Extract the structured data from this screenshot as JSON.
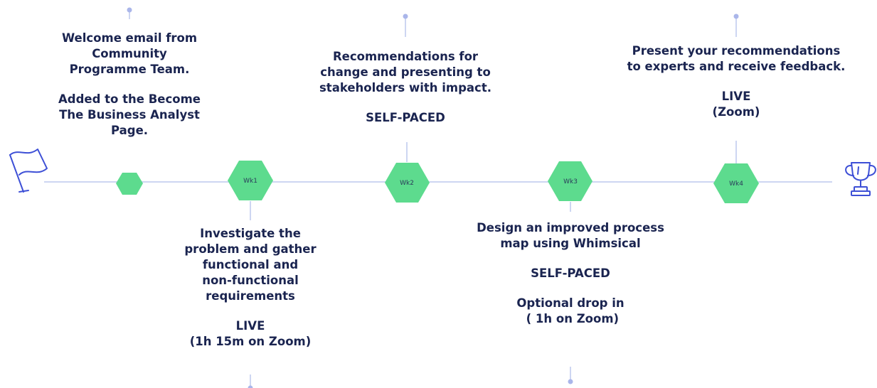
{
  "colors": {
    "line": "#cdd6f2",
    "dot": "#aab6ea",
    "hexagon": "#5ddb8e",
    "icon": "#3d4fd6",
    "text": "#1a2450"
  },
  "icons": {
    "start": "flag-icon",
    "end": "trophy-icon"
  },
  "milestones": [
    {
      "label": "",
      "lines": [
        "Welcome email from",
        "Community",
        "Programme Team.",
        "",
        "Added to the Become",
        "The Business Analyst",
        "Page."
      ]
    },
    {
      "label": "Wk1",
      "lines": [
        "Investigate the",
        "problem and gather",
        "functional and",
        "non-functional",
        "requirements",
        "",
        "LIVE",
        "(1h 15m on Zoom)"
      ]
    },
    {
      "label": "Wk2",
      "lines": [
        "Recommendations for",
        "change and presenting to",
        "stakeholders with impact.",
        "",
        "SELF-PACED"
      ]
    },
    {
      "label": "Wk3",
      "lines": [
        "Design an improved process",
        "map using Whimsical",
        "",
        "SELF-PACED",
        "",
        "Optional drop in",
        " ( 1h on Zoom)"
      ]
    },
    {
      "label": "Wk4",
      "lines": [
        "Present your recommendations",
        "to experts and receive feedback.",
        "",
        "LIVE",
        "(Zoom)"
      ]
    }
  ]
}
